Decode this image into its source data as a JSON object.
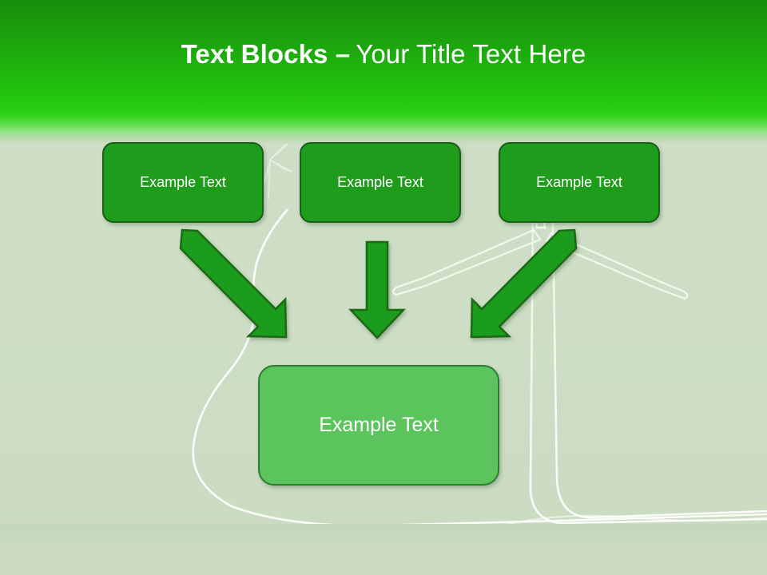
{
  "slide": {
    "title": {
      "bold_part": "Text Blocks –",
      "light_part": "Your Title Text Here"
    },
    "background": {
      "theme": "wind-turbine-green",
      "header_color_top": "#178C0C",
      "header_color_bright": "#26CC0F",
      "body_color": "#CBDCC3",
      "ground_color": "#C4D6BD",
      "turbine_outline_color": "#F2F8EE"
    },
    "top_boxes": [
      {
        "label": "Example Text",
        "fill": "#1F9C1B",
        "border": "#1B5E1B"
      },
      {
        "label": "Example Text",
        "fill": "#1F9C1B",
        "border": "#1B5E1B"
      },
      {
        "label": "Example Text",
        "fill": "#1F9C1B",
        "border": "#1B5E1B"
      }
    ],
    "result_box": {
      "label": "Example Text",
      "fill": "#5BC45C",
      "border": "#2E7D32"
    },
    "arrows": [
      {
        "name": "arrow-diagonal-left",
        "direction": "down-right",
        "fill": "#1F9C1B",
        "border": "#1B6B1B"
      },
      {
        "name": "arrow-straight-middle",
        "direction": "down",
        "fill": "#1F9C1B",
        "border": "#1B6B1B"
      },
      {
        "name": "arrow-diagonal-right",
        "direction": "down-left",
        "fill": "#1F9C1B",
        "border": "#1B6B1B"
      }
    ]
  }
}
